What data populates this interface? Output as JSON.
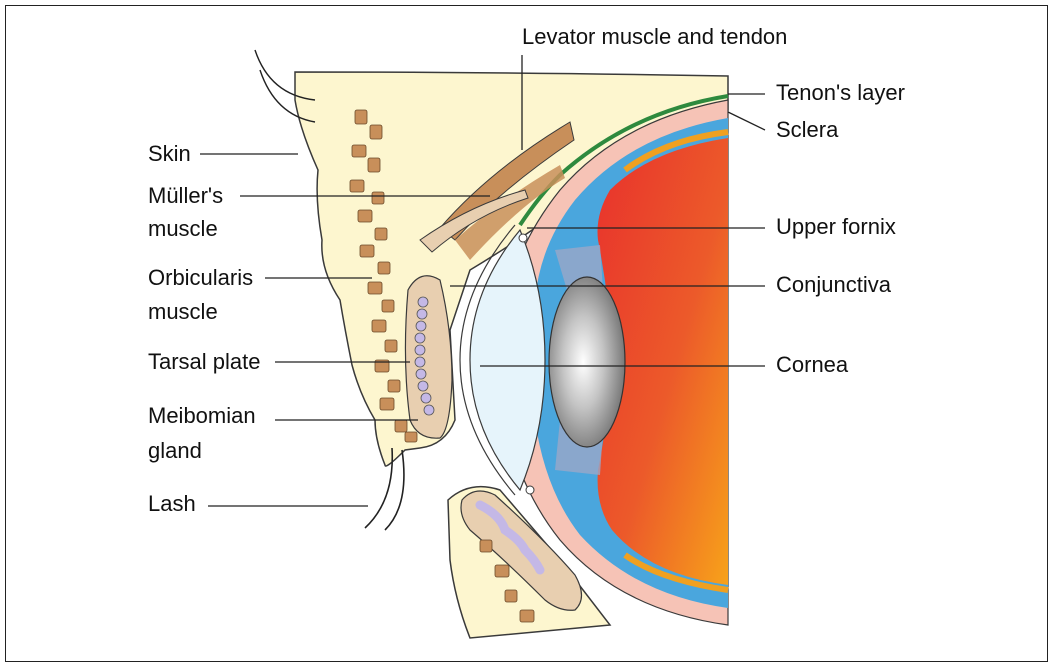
{
  "labels": {
    "skin": "Skin",
    "muller_1": "Müller's",
    "muller_2": "muscle",
    "orbicularis_1": "Orbicularis",
    "orbicularis_2": "muscle",
    "tarsal": "Tarsal plate",
    "meibomian_1": "Meibomian",
    "meibomian_2": "gland",
    "lash": "Lash",
    "levator": "Levator muscle and tendon",
    "tenon": "Tenon's layer",
    "sclera": "Sclera",
    "fornix": "Upper fornix",
    "conjunctiva": "Conjunctiva",
    "cornea": "Cornea"
  },
  "colors": {
    "tissue": "#fdf6cf",
    "muscle": "#c88f5a",
    "tarsus": "#e8cfb0",
    "gland": "#c4b8e6",
    "cornea_fill": "#e6f4fb",
    "ciliary_blue": "#4aa6dd",
    "sclera": "#f6c3b6",
    "tenon": "#2e8a3e",
    "choroid_orange": "#f0a020",
    "retina_red": "#e63a2e",
    "lens_gray": "#8a8a8a"
  }
}
